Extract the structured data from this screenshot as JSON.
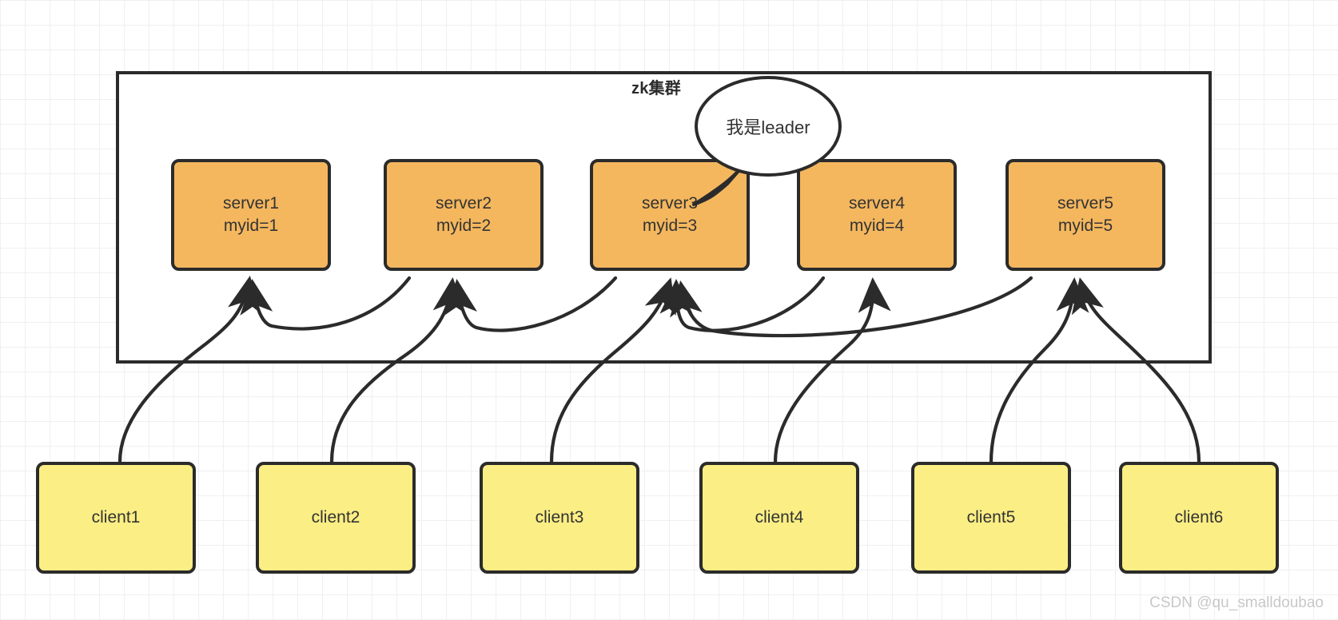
{
  "diagram": {
    "title": "ZooKeeper cluster with clients",
    "cluster": {
      "label": "zk集群",
      "frame_color": "#2b2b2b"
    },
    "speech_bubble": {
      "text": "我是leader",
      "points_to": "server3"
    },
    "servers": [
      {
        "name": "server1",
        "myid": "myid=1"
      },
      {
        "name": "server2",
        "myid": "myid=2"
      },
      {
        "name": "server3",
        "myid": "myid=3"
      },
      {
        "name": "server4",
        "myid": "myid=4"
      },
      {
        "name": "server5",
        "myid": "myid=5"
      }
    ],
    "clients": [
      {
        "name": "client1"
      },
      {
        "name": "client2"
      },
      {
        "name": "client3"
      },
      {
        "name": "client4"
      },
      {
        "name": "client5"
      },
      {
        "name": "client6"
      }
    ],
    "connections": [
      {
        "from": "client1",
        "to": "server1"
      },
      {
        "from": "client2",
        "to": "server2"
      },
      {
        "from": "client3",
        "to": "server3"
      },
      {
        "from": "client4",
        "to": "server4"
      },
      {
        "from": "client5",
        "to": "server5"
      },
      {
        "from": "client6",
        "to": "server5"
      },
      {
        "from": "server2",
        "to": "server1"
      },
      {
        "from": "server3",
        "to": "server2"
      },
      {
        "from": "server4",
        "to": "server3"
      },
      {
        "from": "server5",
        "to": "server3"
      }
    ],
    "colors": {
      "server_fill": "#f4b75e",
      "client_fill": "#fbee84",
      "stroke": "#2b2b2b",
      "text": "#333333",
      "grid": "#f0f0f0",
      "watermark": "#c8c8c8"
    },
    "watermark": "CSDN @qu_smalldoubao"
  }
}
